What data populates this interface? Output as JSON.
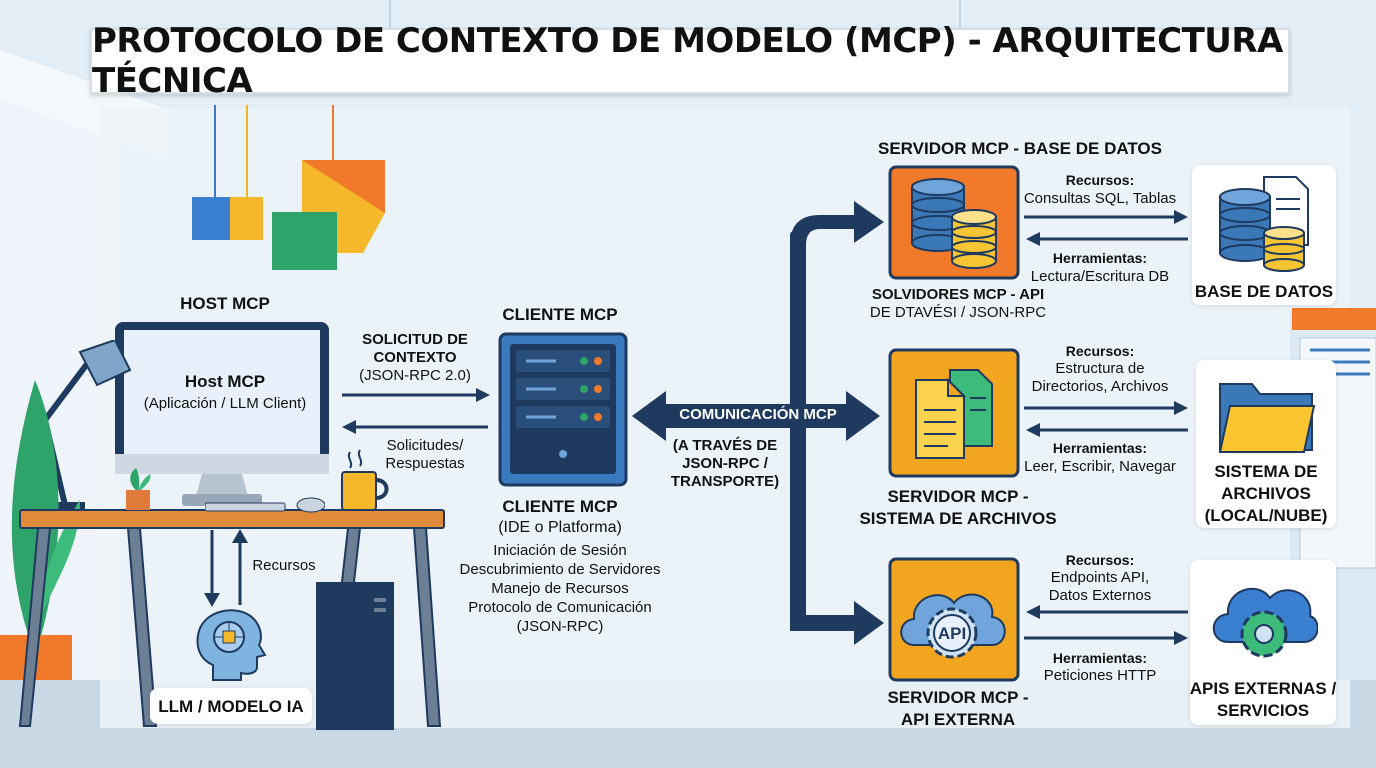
{
  "title": "PROTOCOLO DE CONTEXTO DE MODELO (MCP) - ARQUITECTURA TÉCNICA",
  "host": {
    "heading": "HOST MCP",
    "screen_title": "Host MCP",
    "screen_sub": "(Aplicación / LLM Client)",
    "llm_label": "LLM / MODELO IA",
    "resources_label": "Recursos"
  },
  "host_client": {
    "request_l1": "SOLICITUD DE",
    "request_l2": "CONTEXTO",
    "request_l3": "(JSON-RPC 2.0)",
    "response_l1": "Solicitudes/",
    "response_l2": "Respuestas"
  },
  "client": {
    "heading": "CLIENTE MCP",
    "name": "CLIENTE MCP",
    "sub": "(IDE o Platforma)",
    "features": [
      "Iniciación de Sesión",
      "Descubrimiento de Servidores",
      "Manejo de Recursos",
      "Protocolo de Comunicación",
      "(JSON-RPC)"
    ]
  },
  "communication": {
    "label": "COMUNICACIÓN MCP",
    "via_l1": "(A TRAVÉS DE",
    "via_l2": "JSON-RPC /",
    "via_l3": "TRANSPORTE)"
  },
  "servers": {
    "db": {
      "heading": "SERVIDOR MCP - BASE DE DATOS",
      "caption_l1": "SOLVIDORES MCP - API",
      "caption_l2": "DE DTAVÉSI / JSON-RPC",
      "res_title": "Recursos:",
      "res_text": "Consultas SQL, Tablas",
      "tools_title": "Herramientas:",
      "tools_text": "Lectura/Escritura DB",
      "target": "BASE DE DATOS"
    },
    "fs": {
      "caption_l1": "SERVIDOR MCP -",
      "caption_l2": "SISTEMA DE ARCHIVOS",
      "res_title": "Recursos:",
      "res_l1": "Estructura de",
      "res_l2": "Directorios, Archivos",
      "tools_title": "Herramientas:",
      "tools_text": "Leer, Escribir, Navegar",
      "target_l1": "SISTEMA DE",
      "target_l2": "ARCHIVOS",
      "target_l3": "(LOCAL/NUBE)"
    },
    "api": {
      "caption_l1": "SERVIDOR MCP -",
      "caption_l2": "API EXTERNA",
      "icon_text": "API",
      "res_title": "Recursos:",
      "res_l1": "Endpoints API,",
      "res_l2": "Datos Externos",
      "tools_title": "Herramientas:",
      "tools_text": "Peticiones HTTP",
      "target_l1": "APIS EXTERNAS /",
      "target_l2": "SERVICIOS"
    }
  },
  "colors": {
    "arrow": "#1f3a5f",
    "server_bg": "#f2a51f",
    "db_server_bg": "#f07a2a",
    "db_blue": "#3b78b8",
    "db_gold": "#f5c533",
    "client_blue": "#3a7bc0"
  }
}
